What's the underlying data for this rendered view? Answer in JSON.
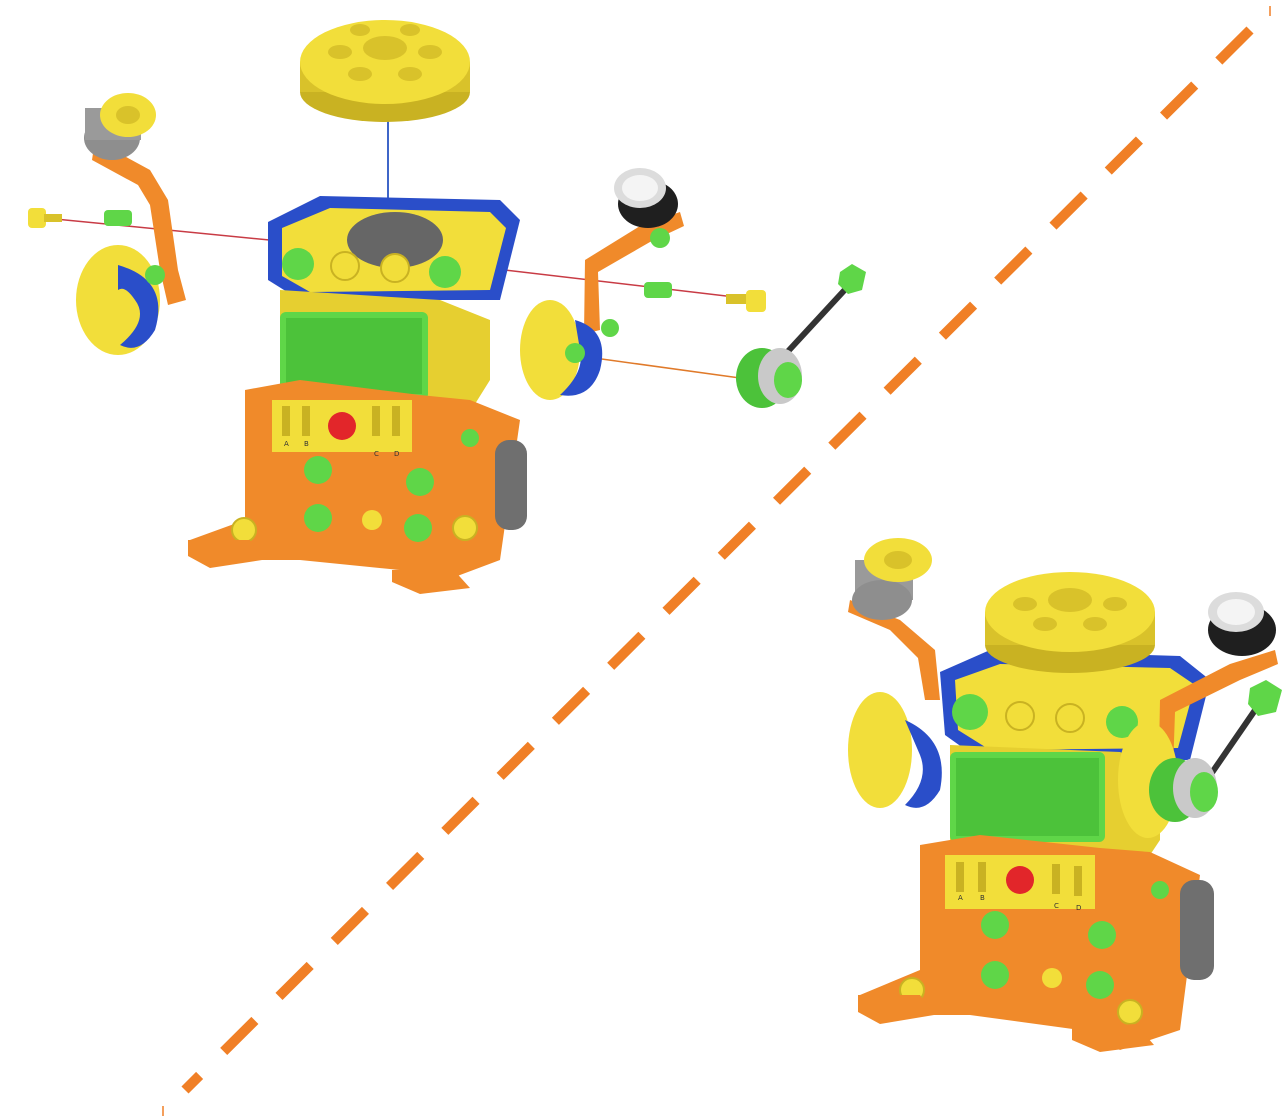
{
  "palette": {
    "orange": "#f08a2a",
    "orange_dark": "#c9651a",
    "yellow": "#f2de3a",
    "yellow_dark": "#c9b222",
    "blue": "#2a4ec9",
    "green": "#5fd648",
    "green_dark": "#2f9b2a",
    "grey": "#8e8e8e",
    "black": "#1f1f1f",
    "red": "#e2262a",
    "divider": "#f07f26"
  },
  "port_labels": [
    "A",
    "B",
    "C",
    "D"
  ],
  "views": [
    {
      "id": "exploded",
      "description_icon": "exploded-assembly-icon"
    },
    {
      "id": "assembled",
      "description_icon": "assembled-robot-icon"
    }
  ]
}
